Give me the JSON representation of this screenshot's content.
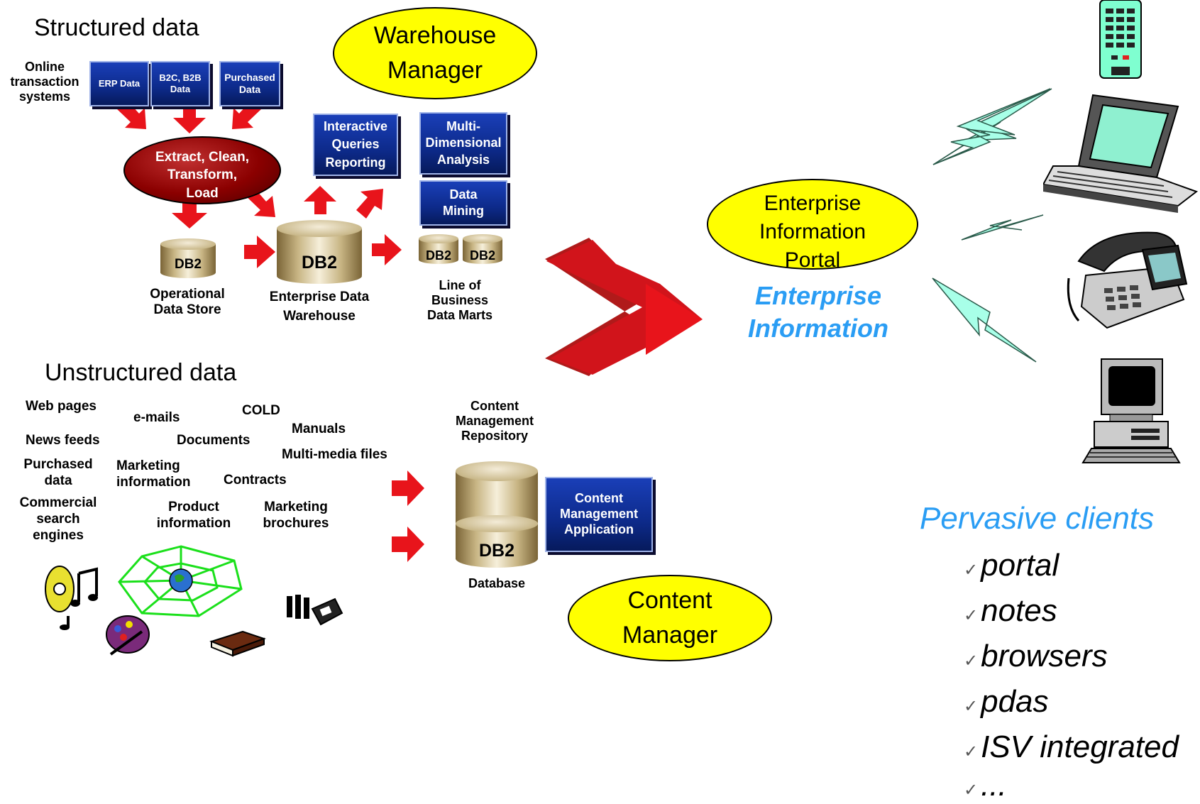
{
  "structured": {
    "heading": "Structured data",
    "oltp_label": "Online\ntransaction\nsystems",
    "sources": [
      "ERP Data",
      "B2C, B2B\nData",
      "Purchased\nData"
    ],
    "etl": "Extract, Clean,\nTransform,\nLoad",
    "warehouse_manager": "Warehouse\nManager",
    "interactive": "Interactive\nQueries\nReporting",
    "multidim": "Multi-\nDimensional\nAnalysis",
    "datamining": "Data\nMining",
    "db2": "DB2",
    "ods_label": "Operational\nData Store",
    "edw_label": "Enterprise Data\nWarehouse",
    "lob_label": "Line of\nBusiness\nData Marts"
  },
  "unstructured": {
    "heading": "Unstructured data",
    "items": {
      "web_pages": "Web pages",
      "emails": "e-mails",
      "cold": "COLD",
      "manuals": "Manuals",
      "news_feeds": "News feeds",
      "documents": "Documents",
      "multimedia": "Multi-media files",
      "purchased": "Purchased\ndata",
      "marketing_info": "Marketing\ninformation",
      "contracts": "Contracts",
      "commercial": "Commercial\nsearch\nengines",
      "product_info": "Product\ninformation",
      "brochures": "Marketing\nbrochures"
    },
    "cm_repository": "Content\nManagement\nRepository",
    "cm_application": "Content\nManagement\nApplication",
    "database_label": "Database",
    "content_manager": "Content\nManager",
    "db2": "DB2"
  },
  "portal": {
    "ellipse": "Enterprise\nInformation\nPortal",
    "subtitle": "Enterprise\nInformation"
  },
  "clients": {
    "title": "Pervasive clients",
    "items": [
      "portal",
      "notes",
      "browsers",
      "pdas",
      "ISV integrated",
      "..."
    ],
    "check_glyph": "✓"
  },
  "colors": {
    "arrow_red": "#e8141b",
    "ellipse_yellow": "#ffff00",
    "box_blue": "#0d2a8a",
    "etl_red": "#8b0000",
    "portal_blue": "#2a9df4",
    "lightning": "#a8ffe8"
  }
}
